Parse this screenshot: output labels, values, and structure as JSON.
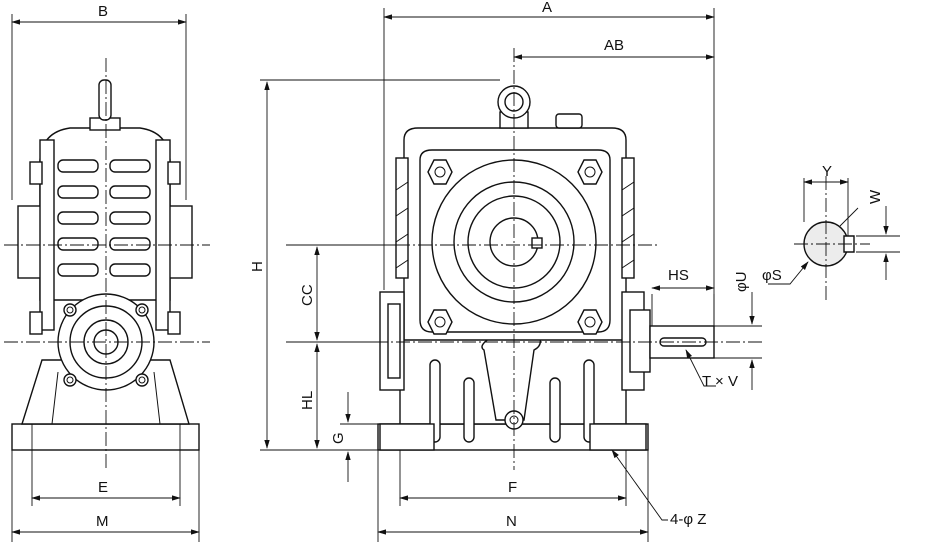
{
  "drawing": {
    "labels": {
      "B": "B",
      "A": "A",
      "AB": "AB",
      "Y": "Y",
      "W": "W",
      "H": "H",
      "CC": "CC",
      "HS": "HS",
      "phiU": "φU",
      "phiS": "φS",
      "HL": "HL",
      "G": "G",
      "TxV": "T × V",
      "E": "E",
      "F": "F",
      "M": "M",
      "N": "N",
      "Z": "4-φ Z"
    }
  }
}
